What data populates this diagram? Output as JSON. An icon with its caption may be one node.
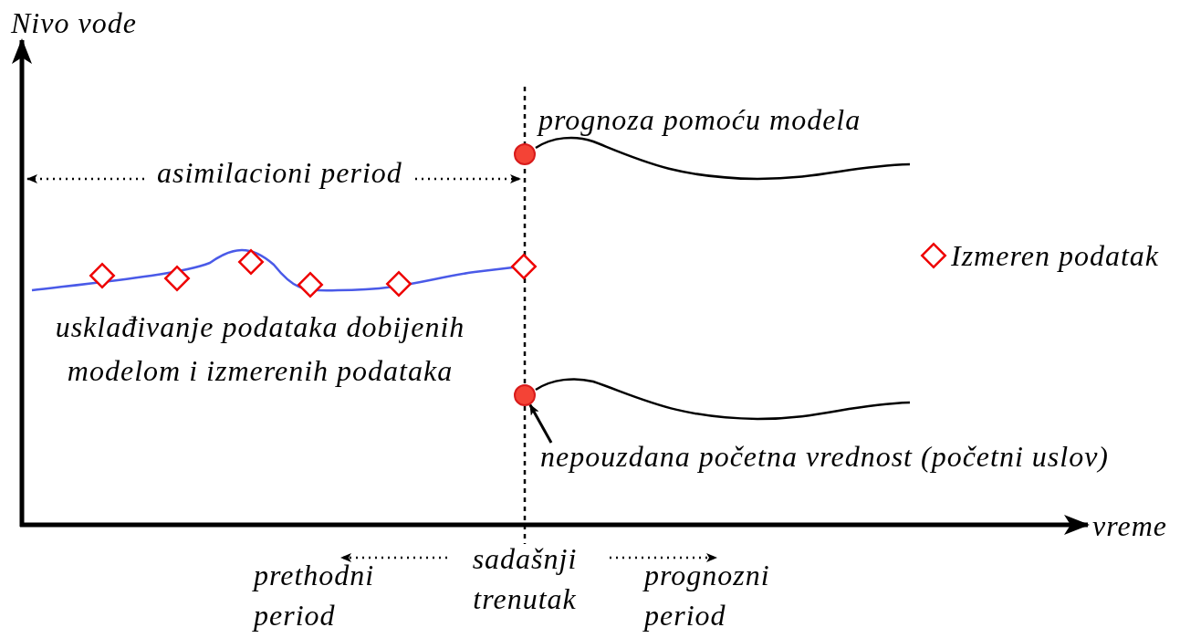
{
  "diagram": {
    "nodes": [
      {
        "text": [],
        "shape": "circle"
      },
      {
        "text": [],
        "shape": "circle"
      },
      {
        "text": [
          "nepouzdana početna vrednost (početni uslov)"
        ]
      }
    ],
    "edges": [
      {
        "from": 2,
        "to": 1,
        "arrow": "to"
      }
    ],
    "labels": [
      "Nivo vode",
      "prognoza pomoću modela",
      "asimilacioni period",
      "usklađivanje podataka dobijenih modelom i izmerenih podataka",
      "vreme",
      "sadašnji trenutak",
      "prethodni period",
      "prognozni period"
    ],
    "legend": [
      {
        "text": "Izmeren podatak"
      }
    ]
  }
}
